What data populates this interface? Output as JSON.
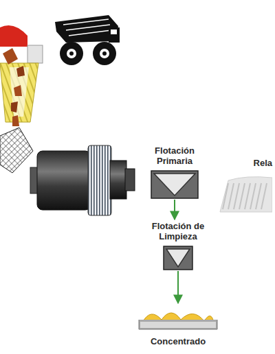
{
  "diagram": {
    "nodes": [
      {
        "text": [
          "Flotación Primaria"
        ]
      },
      {
        "text": [
          "Flotación de Limpieza"
        ]
      },
      {
        "text": [
          "Concentrado"
        ]
      },
      {
        "text": [
          "Rela"
        ]
      }
    ],
    "edges": [
      {
        "from": 0,
        "to": 1,
        "arrow": "to"
      },
      {
        "from": 1,
        "to": 2,
        "arrow": "to"
      }
    ]
  }
}
